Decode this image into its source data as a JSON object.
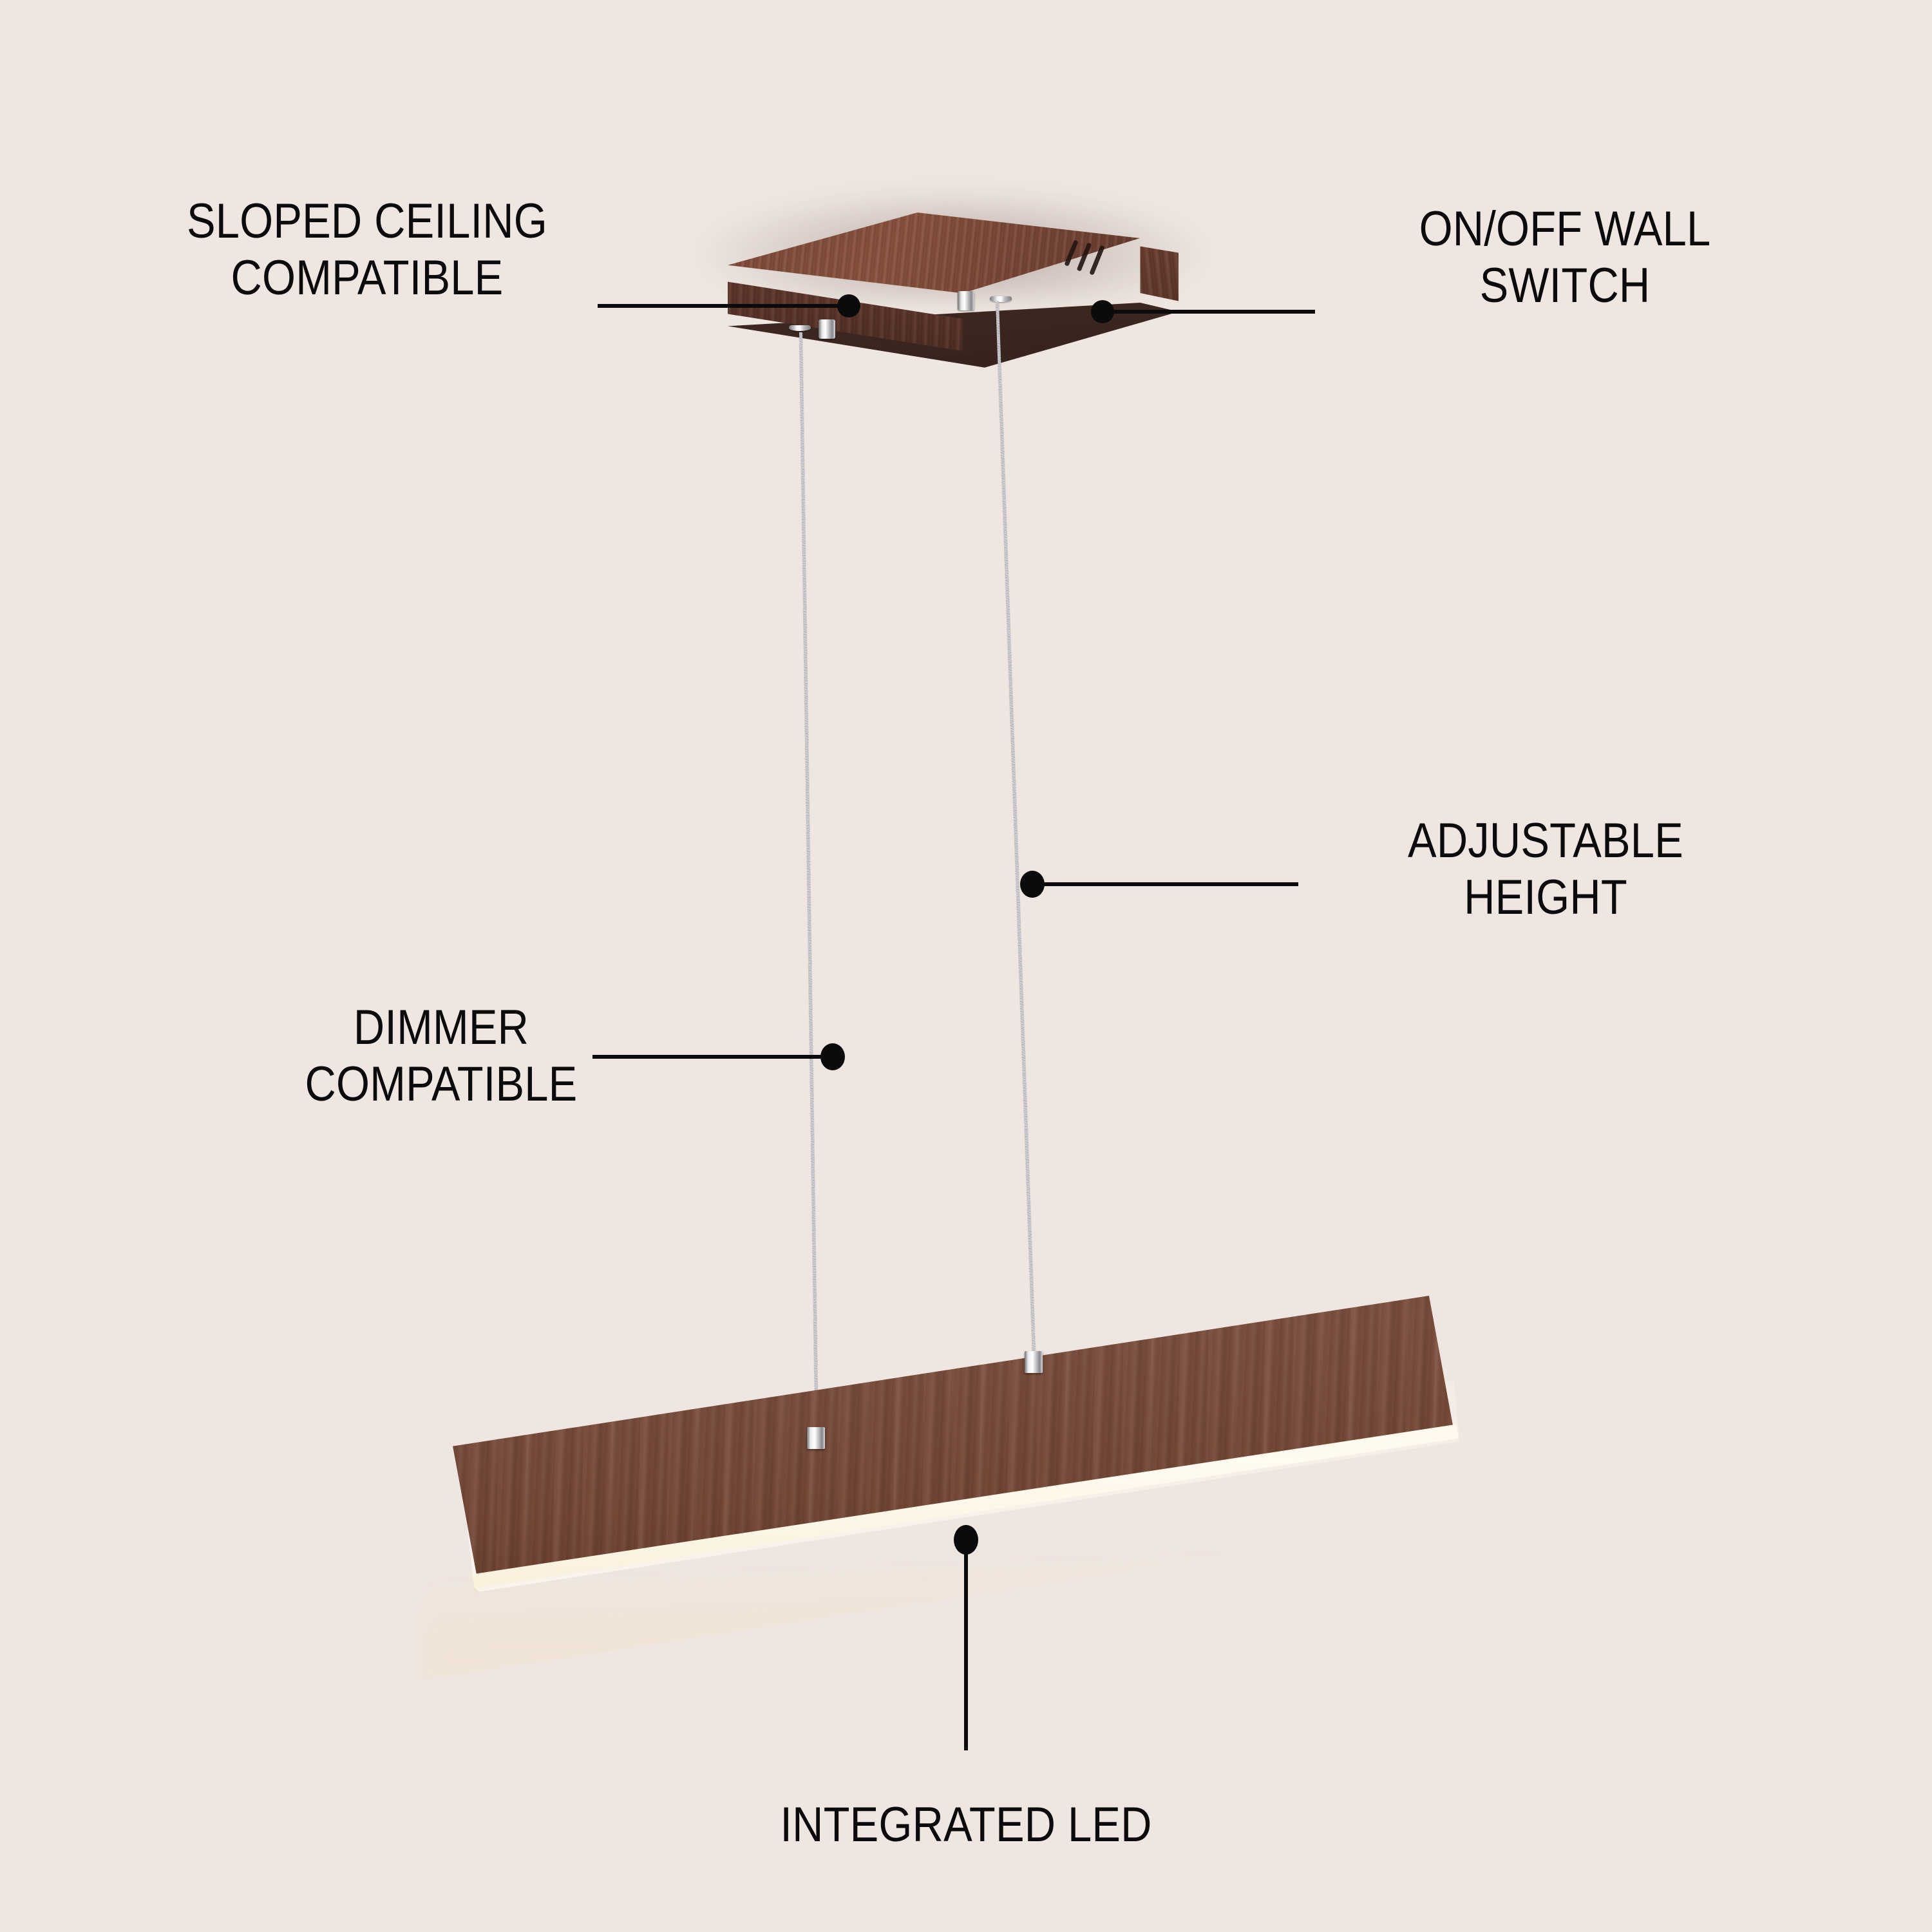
{
  "background_color": "#EFE6E1",
  "text_color": "#0B0B0B",
  "product": {
    "type": "linear-led-pendant-light",
    "finish": "dark walnut wood",
    "wood_color": "#744836",
    "wood_dark_color": "#4E2D23",
    "canopy_top_color": "#87523F",
    "canopy_underside_color": "#36201A",
    "led_glow_color": "#FFF8E8",
    "led_bloom_color": "#FFCE80",
    "cable_color": "#D8D8DC",
    "chrome_color": "#FFFFFF"
  },
  "callouts": [
    {
      "id": "sloped-ceiling",
      "label": "SLOPED CEILING\nCOMPATIBLE",
      "target": "canopy-front-face",
      "leader": "horizontal-left"
    },
    {
      "id": "on-off-wall-switch",
      "label": "ON/OFF WALL\nSWITCH",
      "target": "canopy-right-end-vents",
      "leader": "horizontal-right"
    },
    {
      "id": "adjustable-height",
      "label": "ADJUSTABLE\nHEIGHT",
      "target": "right-suspension-cable",
      "leader": "horizontal-right"
    },
    {
      "id": "dimmer-compatible",
      "label": "DIMMER\nCOMPATIBLE",
      "target": "left-suspension-cable",
      "leader": "horizontal-left"
    },
    {
      "id": "integrated-led",
      "label": "INTEGRATED LED",
      "target": "led-strip-bottom-edge",
      "leader": "vertical-down"
    }
  ],
  "parts": {
    "canopy": "ceiling-mount-canopy",
    "vents": "ventilation-slots",
    "cable_grips": "chrome-cable-grips",
    "cables": "steel-suspension-cables",
    "bar": "linear-wood-light-bar",
    "led": "integrated-led-strip"
  }
}
